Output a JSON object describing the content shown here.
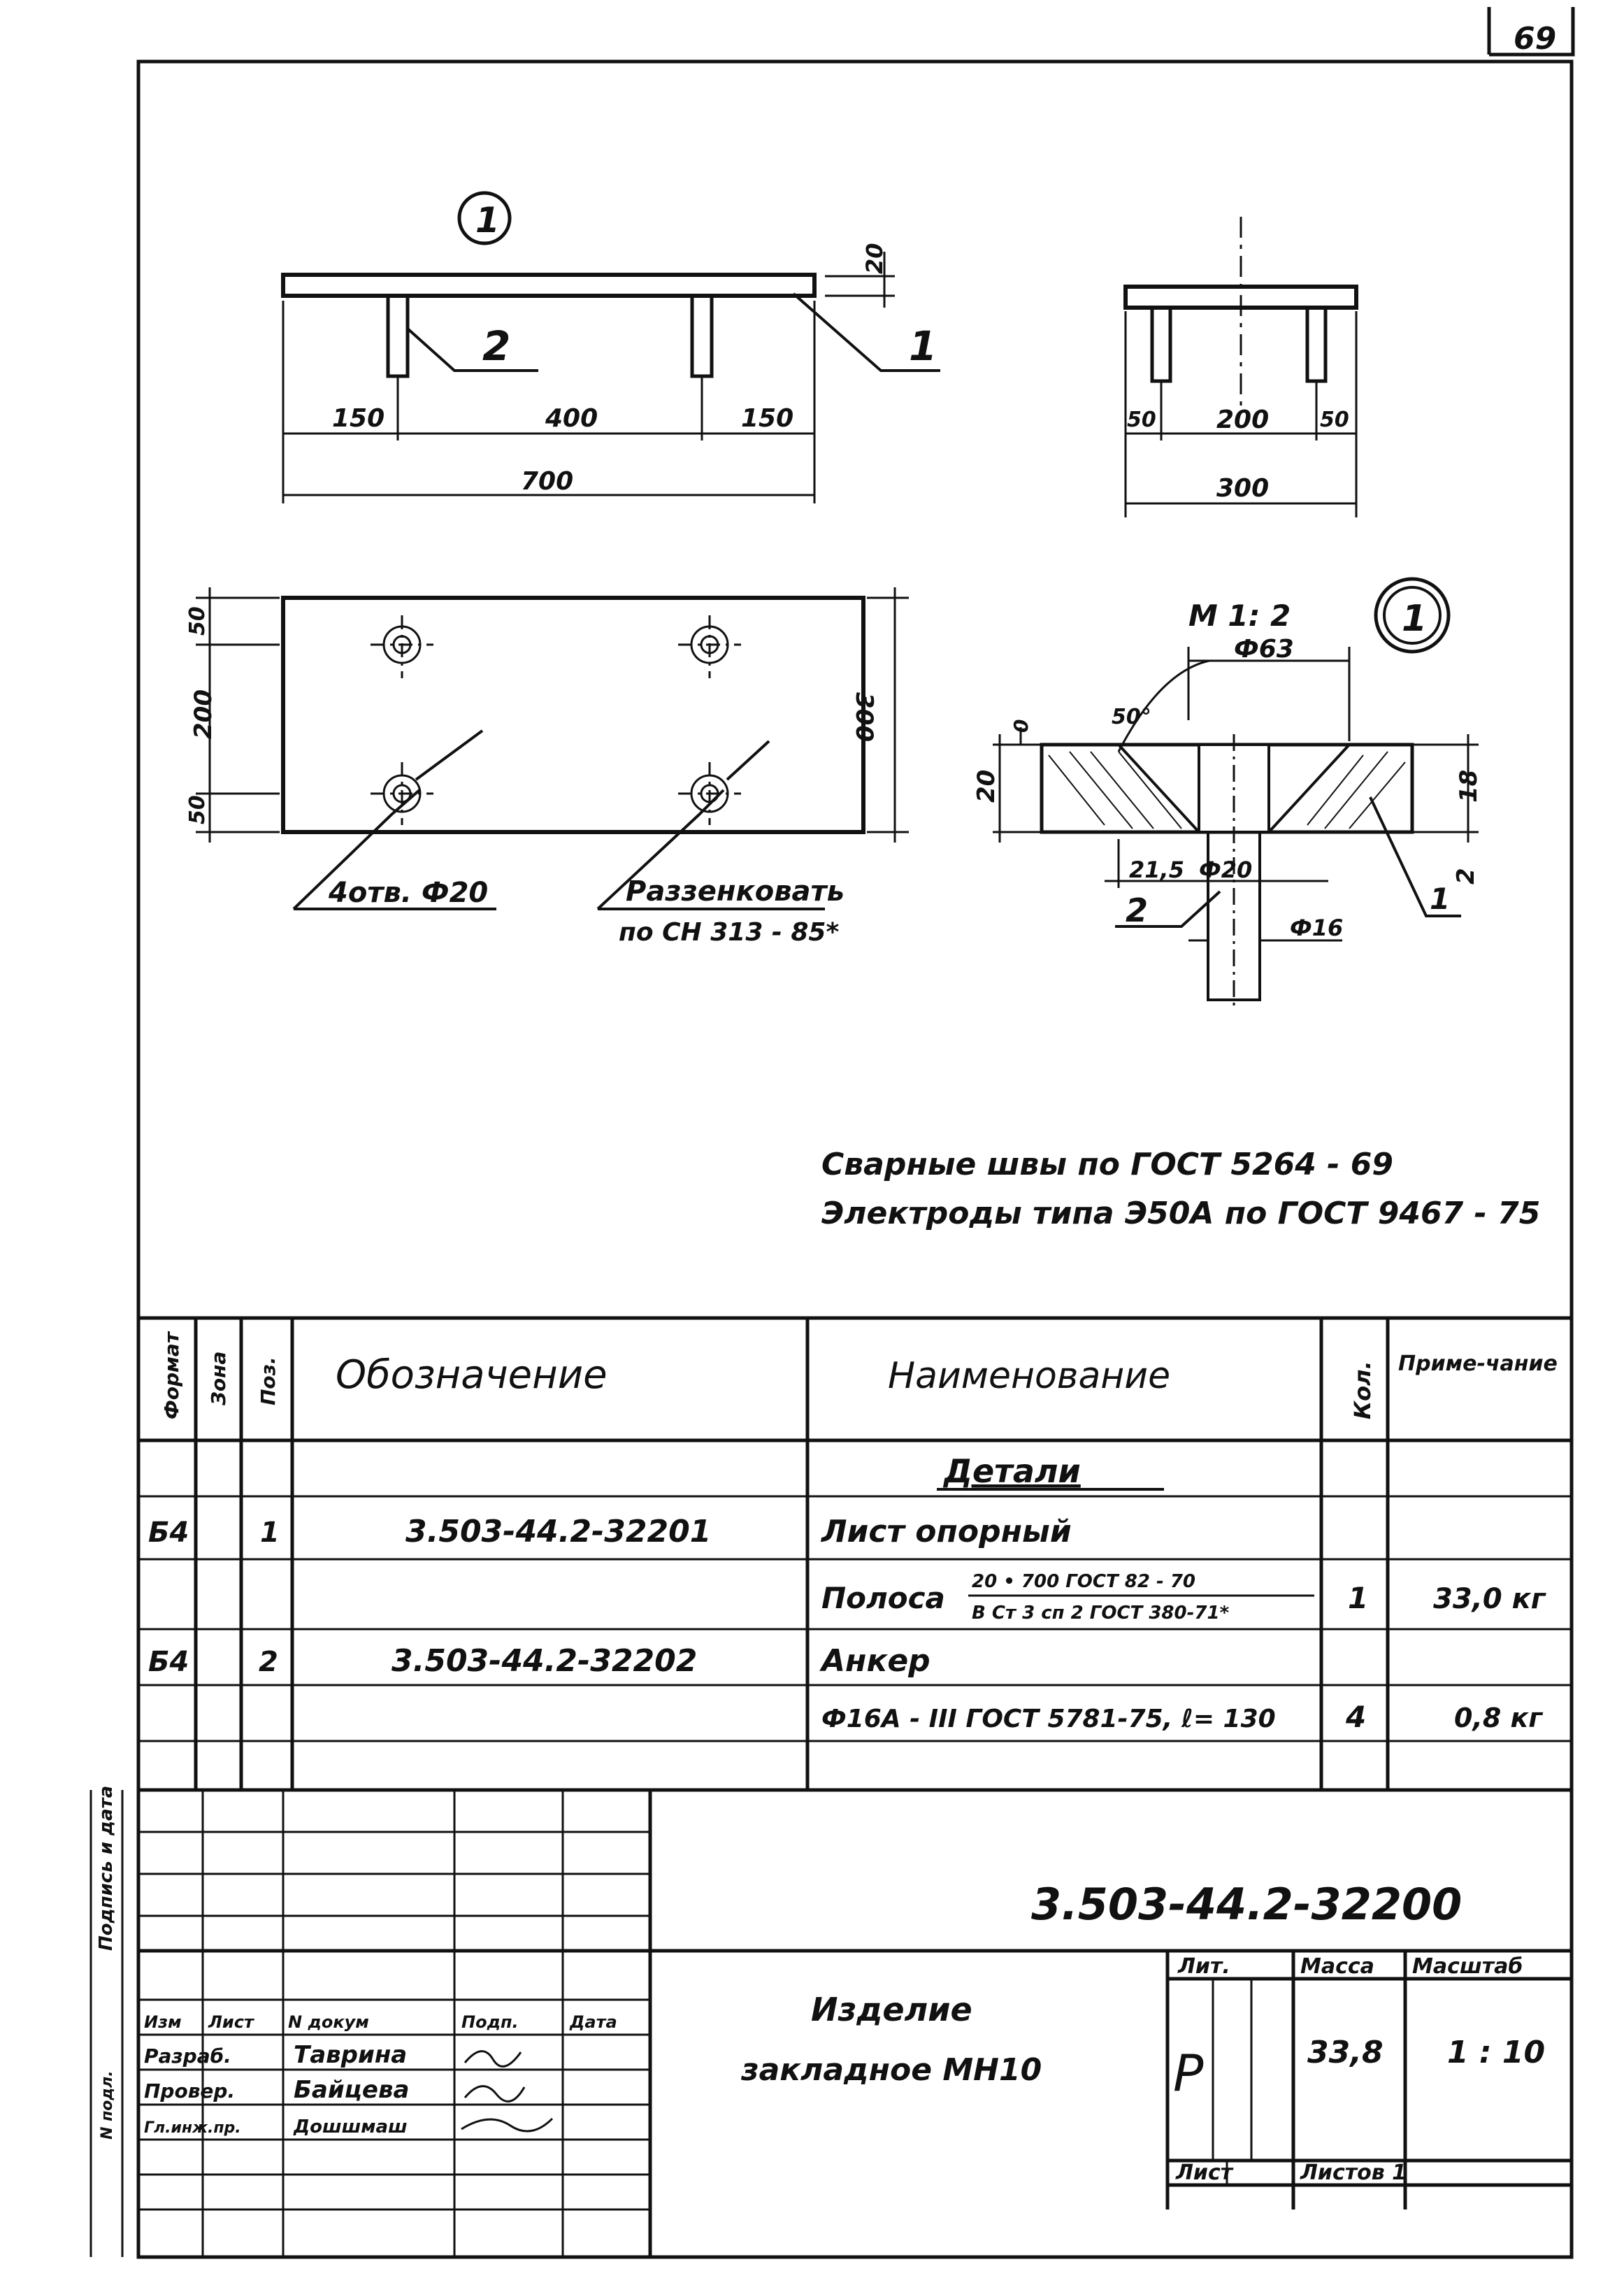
{
  "sheet_number": "69",
  "drawing": {
    "callout_main": "1",
    "label_pos2": "2",
    "label_pos1": "1",
    "dim_thickness": "20",
    "dim_left": "150",
    "dim_mid": "400",
    "dim_right": "150",
    "dim_total": "700",
    "side_dim_left": "50",
    "side_dim_mid": "200",
    "side_dim_right": "50",
    "side_dim_total": "300",
    "plan_dim_top": "50",
    "plan_dim_mid": "200",
    "plan_dim_bottom": "50",
    "plan_dim_total": "300",
    "holes_note": "4отв. Ф20",
    "countersink_note_1": "Раззенковать",
    "countersink_note_2": "по СН 313 - 85*",
    "scale_note": "М 1: 2",
    "detail_callout": "1",
    "detail_dia_top": "Ф63",
    "detail_angle": "50°",
    "detail_gap": "0",
    "detail_thickness": "20",
    "detail_depth": "18",
    "detail_offset": "21,5",
    "detail_hole": "Ф20",
    "detail_rod": "Ф16",
    "detail_pos2": "2",
    "detail_pos1": "1",
    "detail_pos1_dash": "2"
  },
  "notes": {
    "line1": "Сварные швы по ГОСТ 5264 - 69",
    "line2": "Электроды типа Э50А по ГОСТ 9467 - 75"
  },
  "spec_table": {
    "headers": {
      "format": "Формат",
      "zone": "Зона",
      "pos": "Поз.",
      "designation": "Обозначение",
      "name": "Наименование",
      "qty": "Кол.",
      "note": "Приме-чание"
    },
    "section_title": "Детали",
    "rows": [
      {
        "format": "Б4",
        "pos": "1",
        "designation": "3.503-44.2-32201",
        "name": "Лист опорный",
        "qty": "",
        "note": ""
      },
      {
        "format": "",
        "pos": "",
        "designation": "",
        "name": "Полоса",
        "name_top": "20 • 700 ГОСТ 82 - 70",
        "name_bottom": "В Ст 3 сп 2 ГОСТ 380-71*",
        "qty": "1",
        "note": "33,0 кг"
      },
      {
        "format": "Б4",
        "pos": "2",
        "designation": "3.503-44.2-32202",
        "name": "Анкер",
        "qty": "",
        "note": ""
      },
      {
        "format": "",
        "pos": "",
        "designation": "",
        "name": "Ф16А - III ГОСТ 5781-75, ℓ= 130",
        "qty": "4",
        "note": "0,8 кг"
      }
    ]
  },
  "title_block": {
    "doc_code": "3.503-44.2-32200",
    "title_1": "Изделие",
    "title_2": "закладное МН10",
    "col_lit": "Лит.",
    "col_mass": "Масса",
    "col_scale": "Масштаб",
    "lit_value": "Р",
    "mass_value": "33,8",
    "scale_value": "1 : 10",
    "sheet_label": "Лист",
    "sheets_label": "Листов 1",
    "stamp_headers": [
      "Изм",
      "Лист",
      "N докум",
      "Подп.",
      "Дата"
    ],
    "roles": [
      {
        "role": "Разраб.",
        "name": "Таврина"
      },
      {
        "role": "Провер.",
        "name": "Байцева"
      },
      {
        "role": "Гл.инж.пр.",
        "name": "Дошшмаш"
      }
    ],
    "side_label": "Подпись и дата",
    "side_label_2": "N подл."
  },
  "colors": {
    "ink": "#111111",
    "paper": "#ffffff"
  }
}
